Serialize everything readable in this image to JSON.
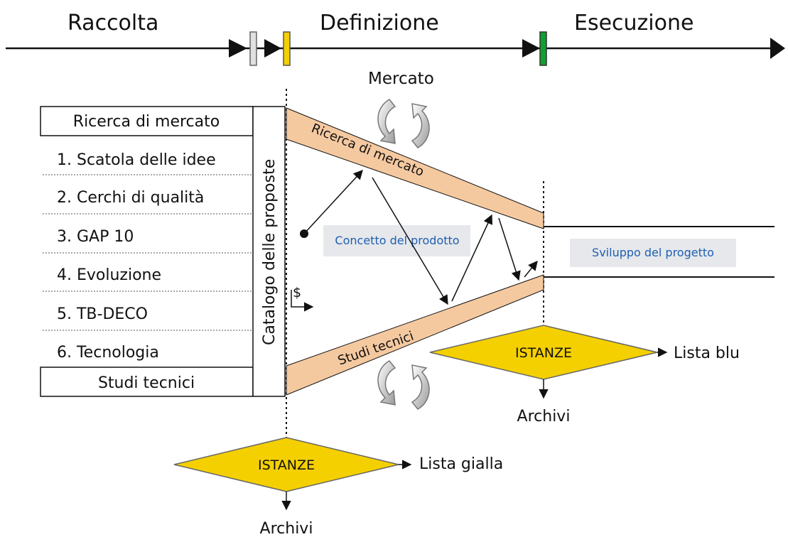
{
  "phases": {
    "raccolta": "Raccolta",
    "definizione": "Definizione",
    "esecuzione": "Esecuzione"
  },
  "mercato": "Mercato",
  "left_list": {
    "top": "Ricerca di mercato",
    "items": [
      "1. Scatola delle idee",
      "2. Cerchi di qualità",
      "3. GAP 10",
      "4. Evoluzione",
      "5. TB-DECO",
      "6. Tecnologia"
    ],
    "bottom": "Studi tecnici"
  },
  "catalog": "Catalogo delle proposte",
  "band_top": "Ricerca di mercato",
  "band_bottom": "Studi tecnici",
  "concept": "Concetto del prodotto",
  "development": "Sviluppo del progetto",
  "dollar": "$",
  "gate_right": {
    "label": "ISTANZE",
    "output": "Lista blu",
    "archive": "Archivi"
  },
  "gate_bottom": {
    "label": "ISTANZE",
    "output": "Lista gialla",
    "archive": "Archivi"
  },
  "colors": {
    "band": "#f5c9a0",
    "diamond": "#f5d000",
    "gate_gray": "#e0e0e0",
    "gate_yellow": "#f5d000",
    "gate_green": "#10a030",
    "box_fill": "#e6e8ec",
    "label_blue": "#1f5fb0"
  }
}
